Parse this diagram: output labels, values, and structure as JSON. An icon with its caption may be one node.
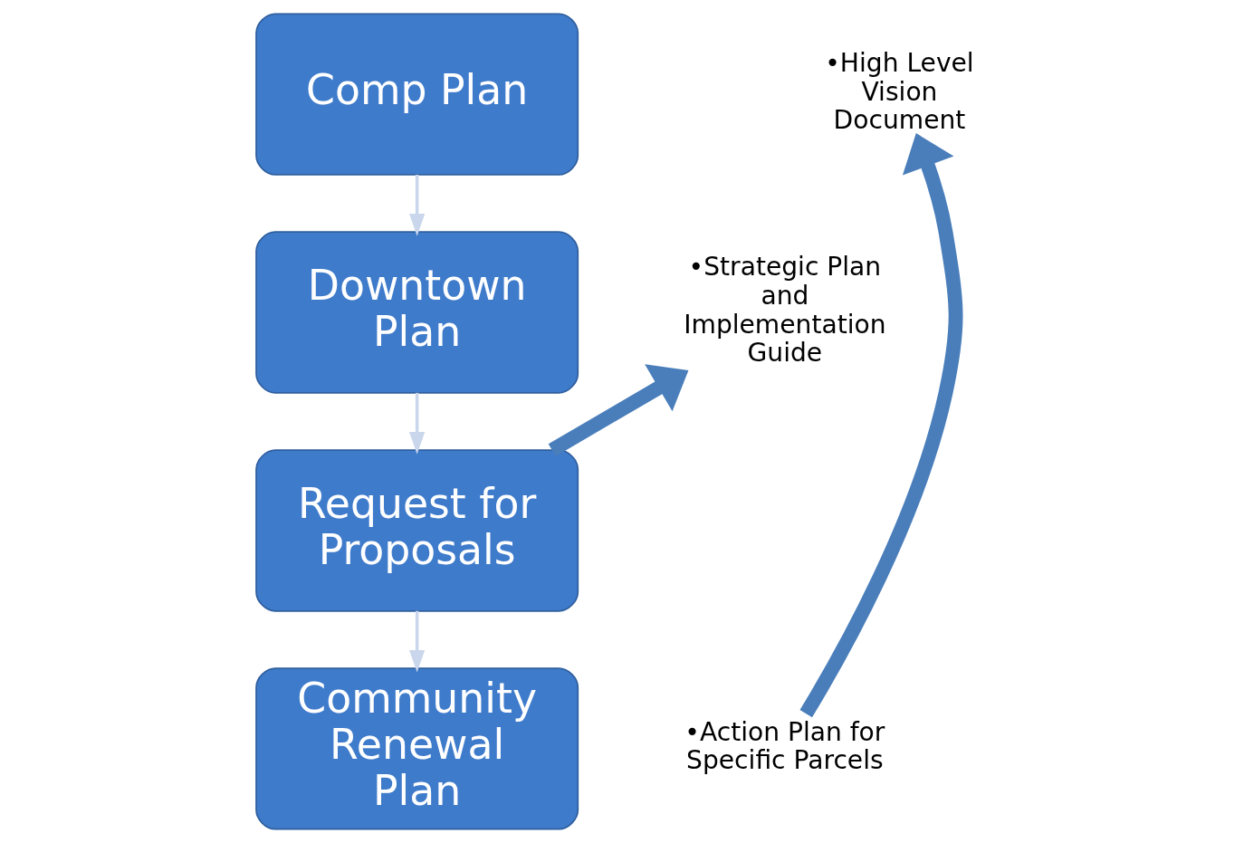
{
  "diagram": {
    "nodes": [
      {
        "text": [
          "Comp Plan"
        ]
      },
      {
        "text": [
          "Downtown Plan"
        ]
      },
      {
        "text": [
          "Request for Proposals"
        ]
      },
      {
        "text": [
          "Community Renewal Plan"
        ]
      },
      {
        "text": [
          "•High Level Vision Document"
        ]
      },
      {
        "text": [
          "•Strategic Plan and Implementation Guide"
        ]
      },
      {
        "text": [
          "•Action Plan for Specific Parcels"
        ]
      }
    ],
    "edges": [
      {
        "from": 0,
        "to": 1,
        "arrow": "to"
      },
      {
        "from": 1,
        "to": 2,
        "arrow": "to"
      },
      {
        "from": 2,
        "to": 3,
        "arrow": "to"
      },
      {
        "from": 2,
        "to": 5,
        "arrow": "to",
        "style": "thick",
        "color": "#4a7ebb"
      },
      {
        "from": 6,
        "to": 4,
        "arrow": "to",
        "style": "thick",
        "color": "#4a7ebb"
      }
    ]
  }
}
